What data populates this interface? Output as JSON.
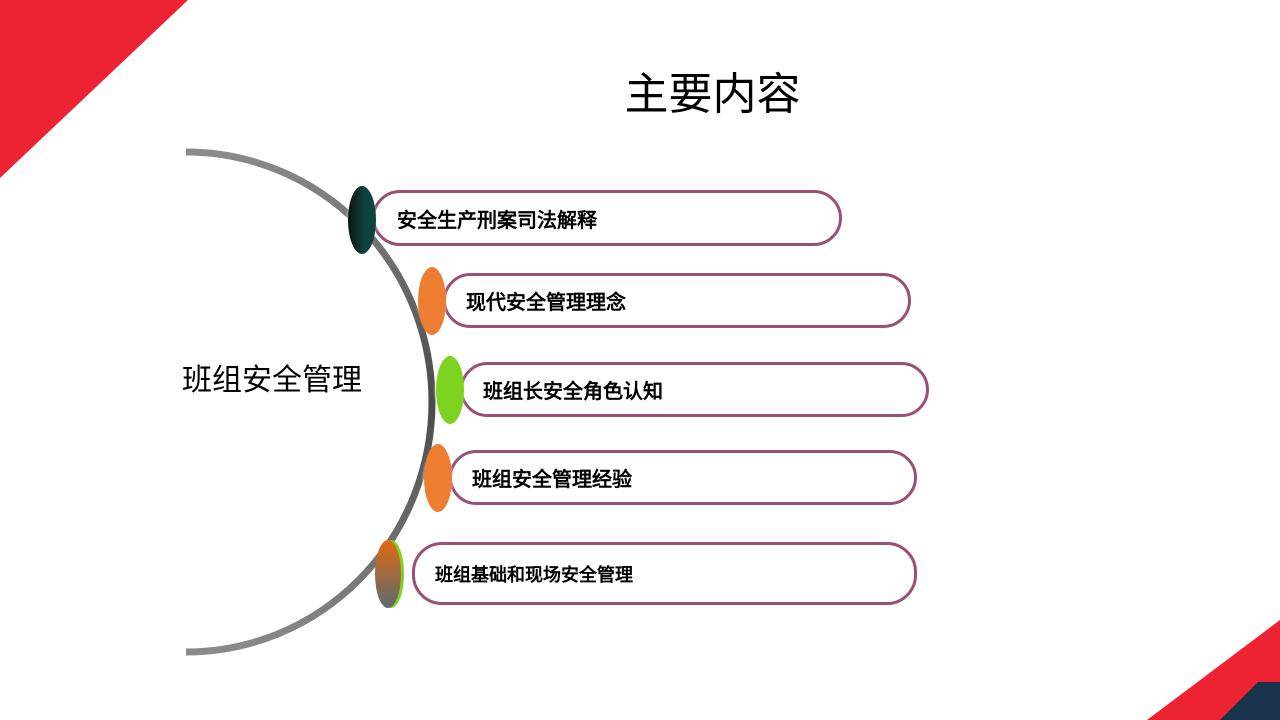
{
  "title": "主要内容",
  "center_label": "班组安全管理",
  "items": [
    {
      "label": "安全生产刑案司法解释",
      "color": "#0e3b3a"
    },
    {
      "label": "现代安全管理理念",
      "color": "#ed7d31"
    },
    {
      "label": "班组长安全角色认知",
      "color": "#7ed321"
    },
    {
      "label": "班组安全管理经验",
      "color": "#ed7d31"
    },
    {
      "label": "班组基础和现场安全管理",
      "color": "#c0603a"
    }
  ],
  "colors": {
    "accent_red": "#ed2232",
    "navy": "#1b344d",
    "pill_border": "#9a4f74"
  }
}
